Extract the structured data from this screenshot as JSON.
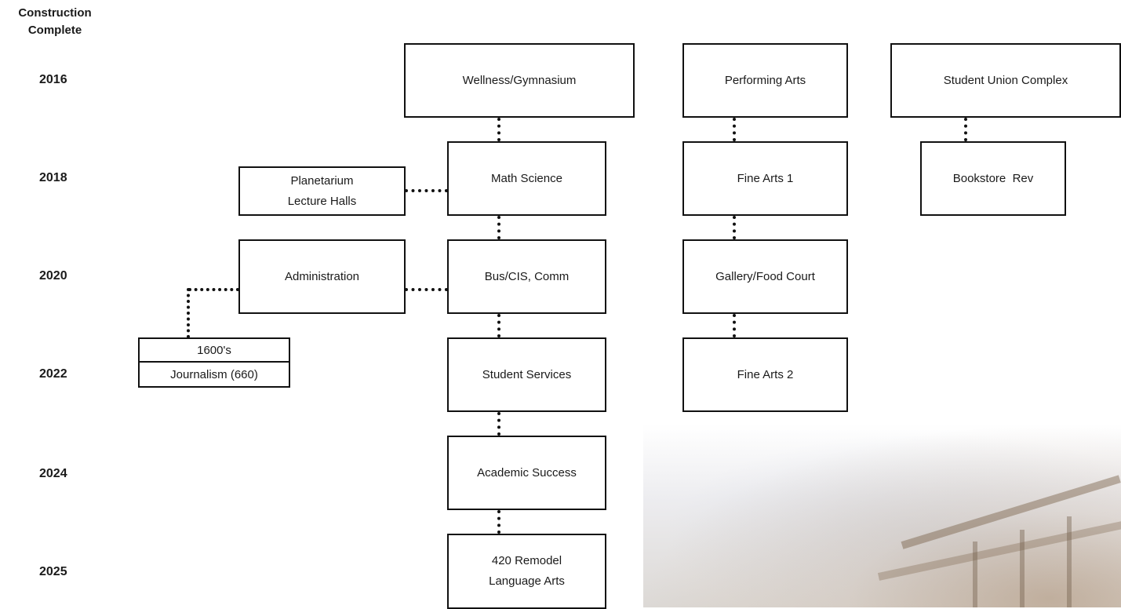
{
  "header": {
    "line1": "Construction",
    "line2": "Complete"
  },
  "years": [
    "2016",
    "2018",
    "2020",
    "2022",
    "2024",
    "2025"
  ],
  "buildings": {
    "wellness": "Wellness/Gymnasium",
    "math_science": "Math Science",
    "bus_cis": "Bus/CIS, Comm",
    "student_services": "Student Services",
    "academic_success": "Academic Success",
    "remodel_420": [
      "420 Remodel",
      "Language Arts"
    ],
    "planetarium": [
      "Planetarium",
      "Lecture Halls"
    ],
    "administration": "Administration",
    "j1600": [
      "1600's",
      "Journalism (660)"
    ],
    "performing_arts": "Performing Arts",
    "fine_arts_1": "Fine Arts 1",
    "gallery": "Gallery/Food Court",
    "fine_arts_2": "Fine Arts 2",
    "student_union": "Student Union Complex",
    "bookstore": "Bookstore  Rev"
  }
}
